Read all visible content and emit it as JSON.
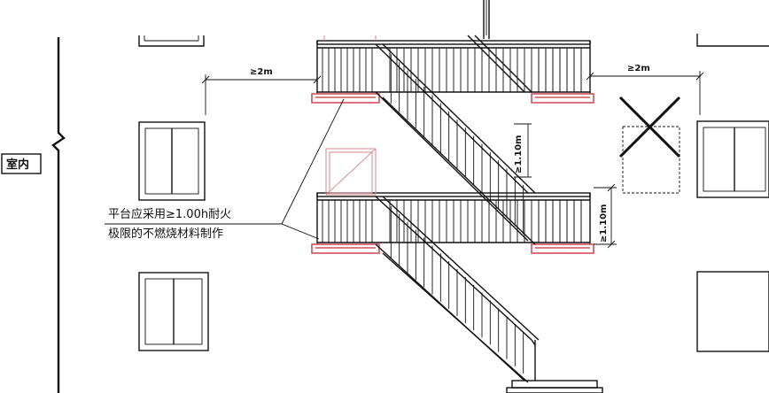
{
  "labels": {
    "room": "室内",
    "gap_left": "≥2m",
    "gap_right": "≥2m",
    "rail_height_mid": "≥1.10m",
    "rail_height_right": "≥1.10m",
    "note_line1": "平台应采用≥1.00h耐火",
    "note_line2": "极限的不燃烧材料制作"
  },
  "colors": {
    "line": "#111111",
    "platform_edge": "#d0505a",
    "guide": "#d98a90"
  }
}
